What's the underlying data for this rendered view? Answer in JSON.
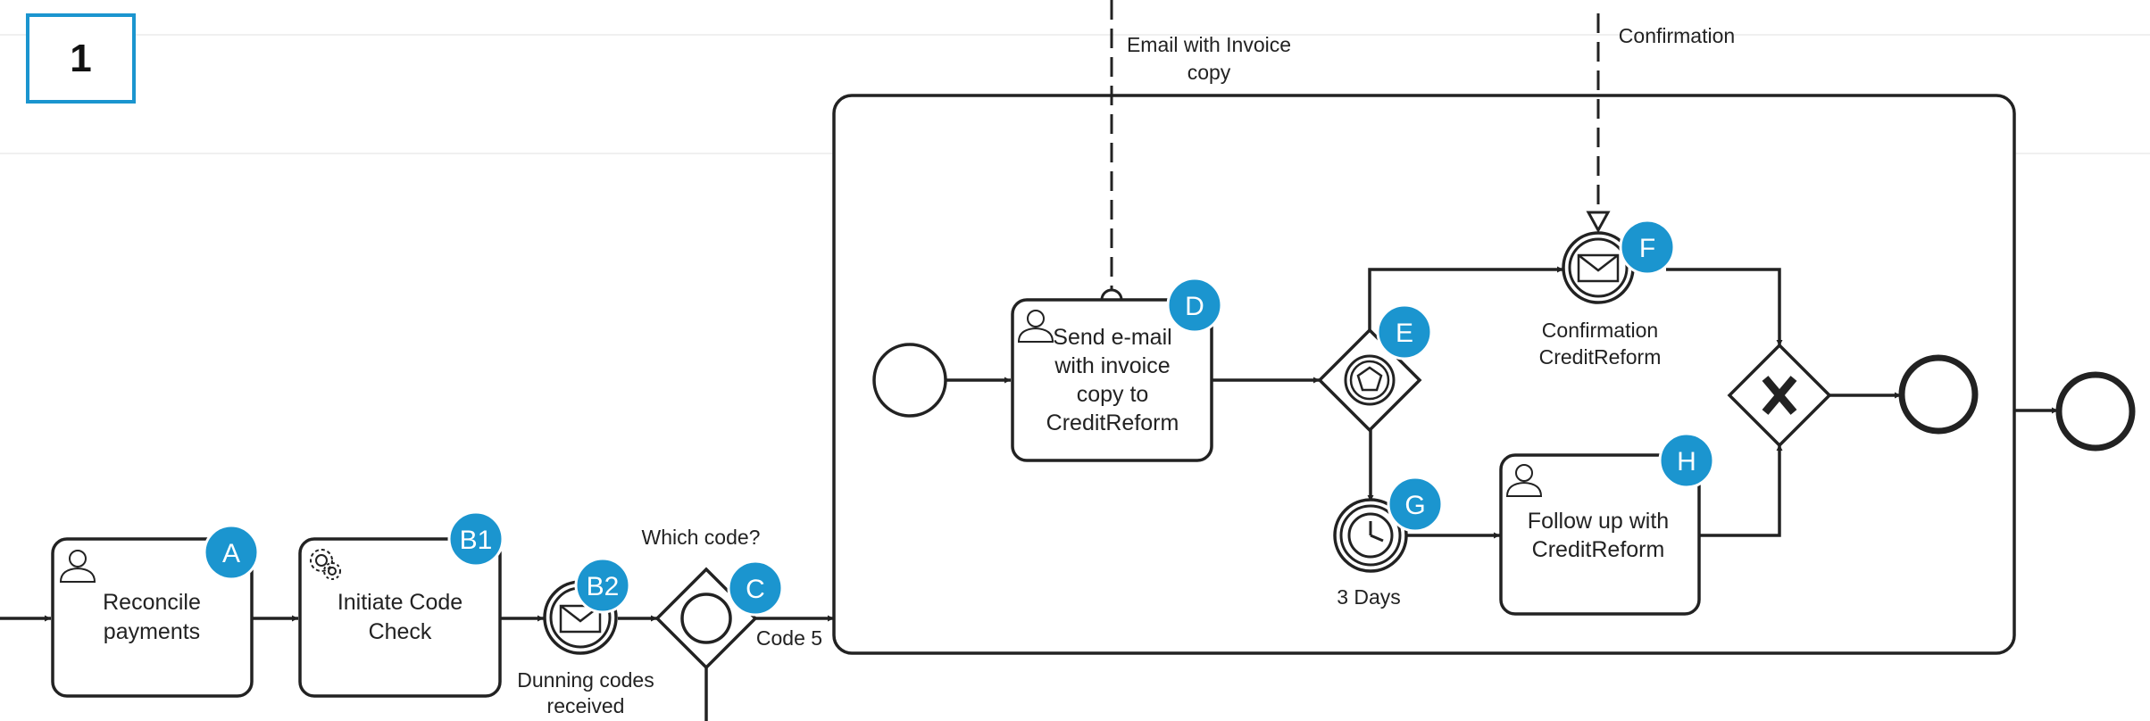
{
  "step_number": "1",
  "tasks": {
    "reconcile": [
      "Reconcile",
      "payments"
    ],
    "initiate": [
      "Initiate Code",
      "Check"
    ],
    "send_email": [
      "Send e-mail",
      "with invoice",
      "copy to",
      "CreditReform"
    ],
    "follow_up": [
      "Follow up with",
      "CreditReform"
    ]
  },
  "labels": {
    "dunning": [
      "Dunning codes",
      "received"
    ],
    "which_code": "Which code?",
    "code5": "Code 5",
    "email_invoice": [
      "Email with Invoice",
      "copy"
    ],
    "confirmation_flow": "Confirmation",
    "confirmation_event": [
      "Confirmation",
      "CreditReform"
    ],
    "three_days": "3 Days"
  },
  "badges": {
    "a": "A",
    "b1": "B1",
    "b2": "B2",
    "c": "C",
    "d": "D",
    "e": "E",
    "f": "F",
    "g": "G",
    "h": "H"
  },
  "colors": {
    "badge": "#1b95cf",
    "stroke": "#222222",
    "box_border": "#1b95cf"
  }
}
